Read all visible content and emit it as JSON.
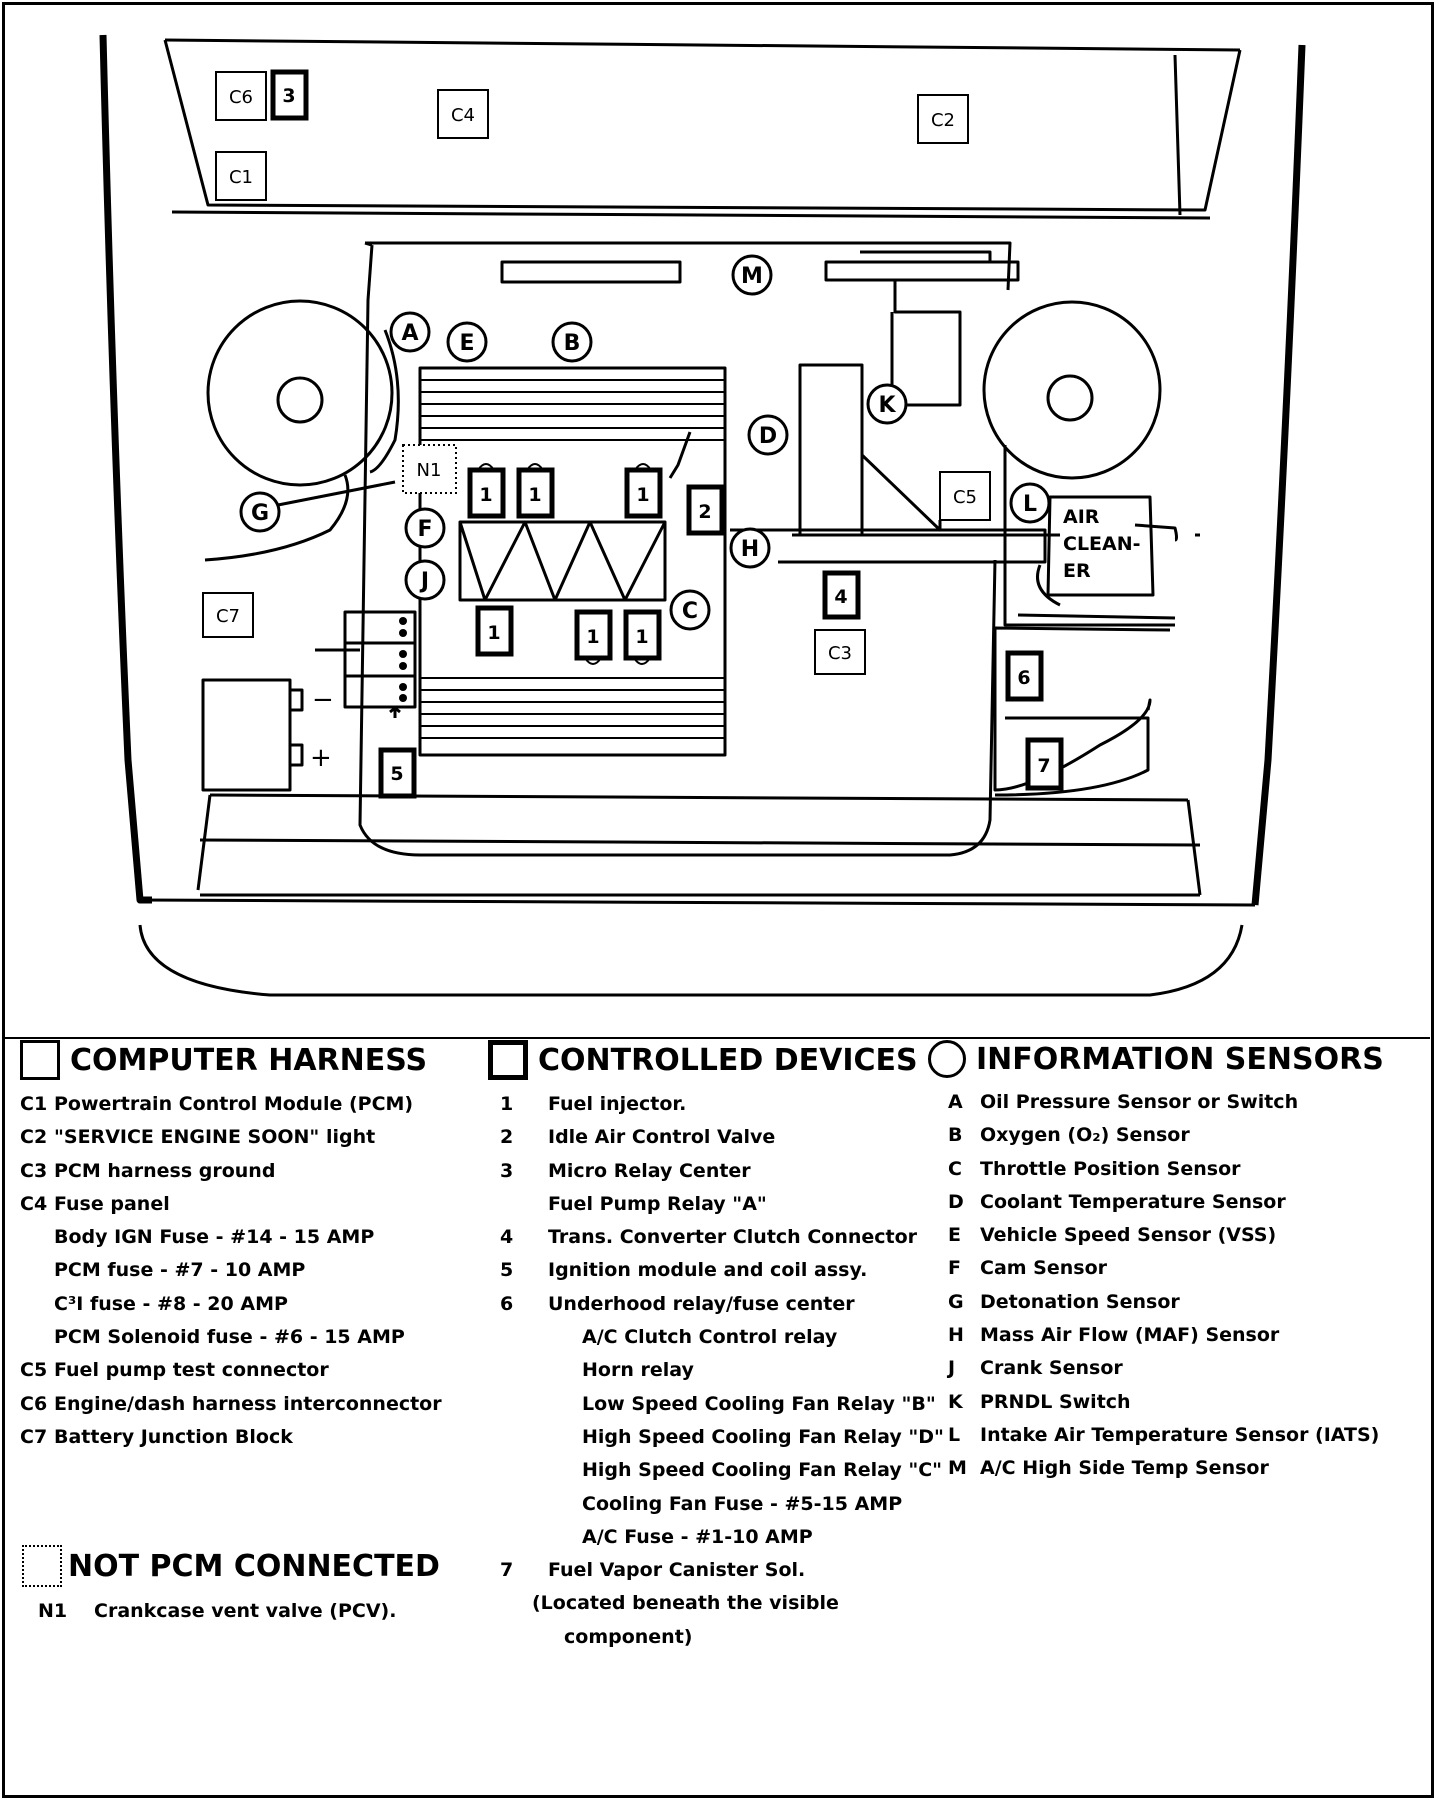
{
  "diagram": {
    "harness_boxes": {
      "C1": "C1",
      "C2": "C2",
      "C3": "C3",
      "C4": "C4",
      "C5": "C5",
      "C6": "C6",
      "C7": "C7"
    },
    "device_boxes": {
      "d1": "1",
      "d2": "2",
      "d3": "3",
      "d4": "4",
      "d5": "5",
      "d6": "6",
      "d7": "7"
    },
    "sensor_circles": {
      "A": "A",
      "B": "B",
      "C": "C",
      "D": "D",
      "E": "E",
      "F": "F",
      "G": "G",
      "H": "H",
      "J": "J",
      "K": "K",
      "L": "L",
      "M": "M"
    },
    "not_pcm": {
      "N1": "N1"
    },
    "air_cleaner": [
      "AIR",
      "CLEAN-",
      "ER"
    ],
    "battery_minus": "−",
    "battery_plus": "+"
  },
  "legend": {
    "computer_harness": {
      "title": "COMPUTER HARNESS",
      "items": [
        {
          "code": "C1",
          "text": "Powertrain Control Module (PCM)"
        },
        {
          "code": "C2",
          "text": "\"SERVICE ENGINE SOON\" light"
        },
        {
          "code": "C3",
          "text": "PCM harness ground"
        },
        {
          "code": "C4",
          "text": "Fuse panel"
        },
        {
          "code": "",
          "text": "Body IGN Fuse - #14 - 15 AMP"
        },
        {
          "code": "",
          "text": "PCM fuse - #7 - 10 AMP"
        },
        {
          "code": "",
          "text": "C³I fuse - #8 - 20 AMP"
        },
        {
          "code": "",
          "text": "PCM Solenoid fuse - #6 - 15 AMP"
        },
        {
          "code": "C5",
          "text": "Fuel pump test connector"
        },
        {
          "code": "C6",
          "text": "Engine/dash harness interconnector"
        },
        {
          "code": "C7",
          "text": "Battery Junction Block"
        }
      ]
    },
    "controlled_devices": {
      "title": "CONTROLLED DEVICES",
      "items": [
        {
          "code": "1",
          "text": "Fuel injector."
        },
        {
          "code": "2",
          "text": "Idle Air Control Valve"
        },
        {
          "code": "3",
          "text": "Micro Relay Center"
        },
        {
          "code": "",
          "text": "Fuel Pump Relay \"A\""
        },
        {
          "code": "4",
          "text": "Trans. Converter Clutch Connector"
        },
        {
          "code": "5",
          "text": "Ignition module and coil assy."
        },
        {
          "code": "6",
          "text": "Underhood relay/fuse center"
        },
        {
          "code": "",
          "text": "A/C Clutch Control relay"
        },
        {
          "code": "",
          "text": "Horn relay"
        },
        {
          "code": "",
          "text": "Low Speed Cooling Fan Relay \"B\""
        },
        {
          "code": "",
          "text": "High Speed Cooling Fan Relay \"D\""
        },
        {
          "code": "",
          "text": "High Speed Cooling Fan Relay \"C\""
        },
        {
          "code": "",
          "text": "Cooling Fan Fuse - #5-15 AMP"
        },
        {
          "code": "",
          "text": "A/C Fuse - #1-10 AMP"
        },
        {
          "code": "7",
          "text": "Fuel Vapor Canister Sol."
        },
        {
          "code": "",
          "text": "(Located beneath the visible"
        },
        {
          "code": "",
          "text": "component)"
        }
      ]
    },
    "information_sensors": {
      "title": "INFORMATION SENSORS",
      "items": [
        {
          "code": "A",
          "text": "Oil Pressure Sensor or Switch"
        },
        {
          "code": "B",
          "text": "Oxygen (O₂) Sensor"
        },
        {
          "code": "C",
          "text": "Throttle Position Sensor"
        },
        {
          "code": "D",
          "text": "Coolant Temperature Sensor"
        },
        {
          "code": "E",
          "text": "Vehicle Speed Sensor (VSS)"
        },
        {
          "code": "F",
          "text": "Cam Sensor"
        },
        {
          "code": "G",
          "text": "Detonation Sensor"
        },
        {
          "code": "H",
          "text": "Mass Air Flow (MAF) Sensor"
        },
        {
          "code": "J",
          "text": "Crank Sensor"
        },
        {
          "code": "K",
          "text": "PRNDL Switch"
        },
        {
          "code": "L",
          "text": "Intake Air Temperature Sensor (IATS)"
        },
        {
          "code": "M",
          "text": "A/C High Side Temp Sensor"
        }
      ]
    },
    "not_pcm_connected": {
      "title": "NOT PCM CONNECTED",
      "items": [
        {
          "code": "N1",
          "text": "Crankcase vent valve (PCV)."
        }
      ]
    }
  }
}
